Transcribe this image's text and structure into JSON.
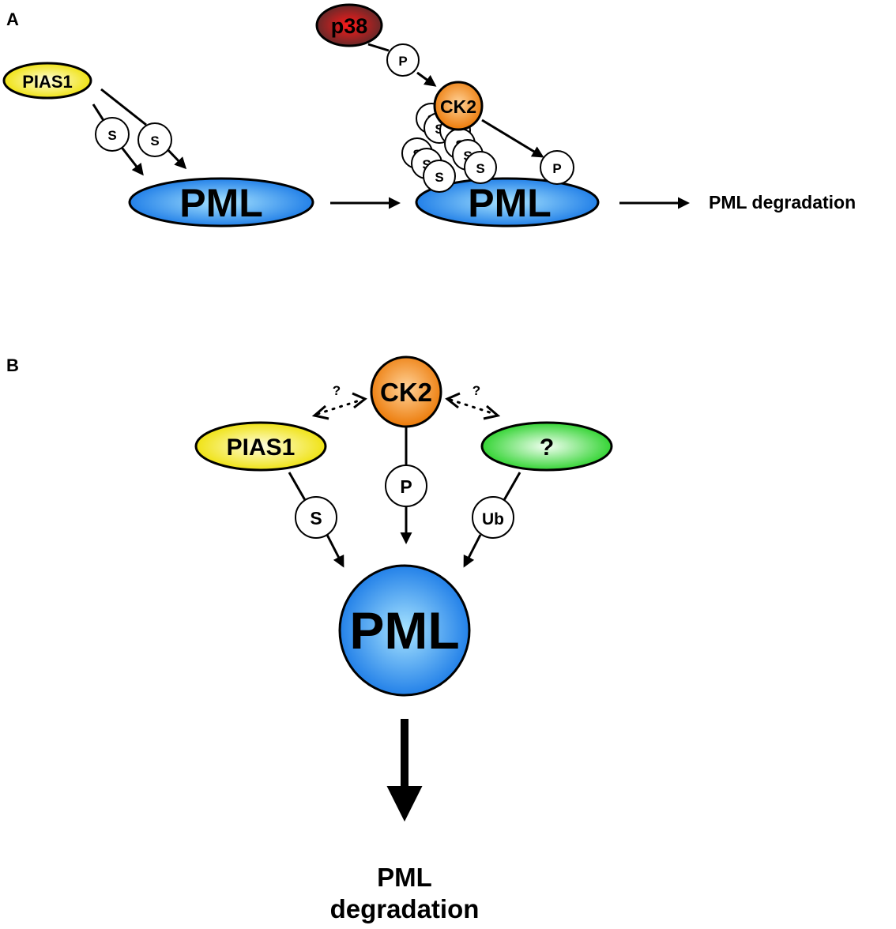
{
  "panel_a": {
    "label": "A",
    "pias1": "PIAS1",
    "p38": "p38",
    "ck2": "CK2",
    "pml_left": "PML",
    "pml_right": "PML",
    "sumo": "S",
    "phospho": "P",
    "outcome": "PML degradation"
  },
  "panel_b": {
    "label": "B",
    "ck2": "CK2",
    "pias1": "PIAS1",
    "unknown": "?",
    "question_left": "?",
    "question_right": "?",
    "sumo": "S",
    "phospho": "P",
    "ubiquitin": "Ub",
    "pml": "PML",
    "outcome_line1": "PML",
    "outcome_line2": "degradation"
  },
  "colors": {
    "pml_blue": "#1e8ff0",
    "pias1_yellow": "#f2ea00",
    "ck2_orange": "#f08010",
    "p38_red": "#c81010",
    "unknown_green": "#20d020"
  }
}
